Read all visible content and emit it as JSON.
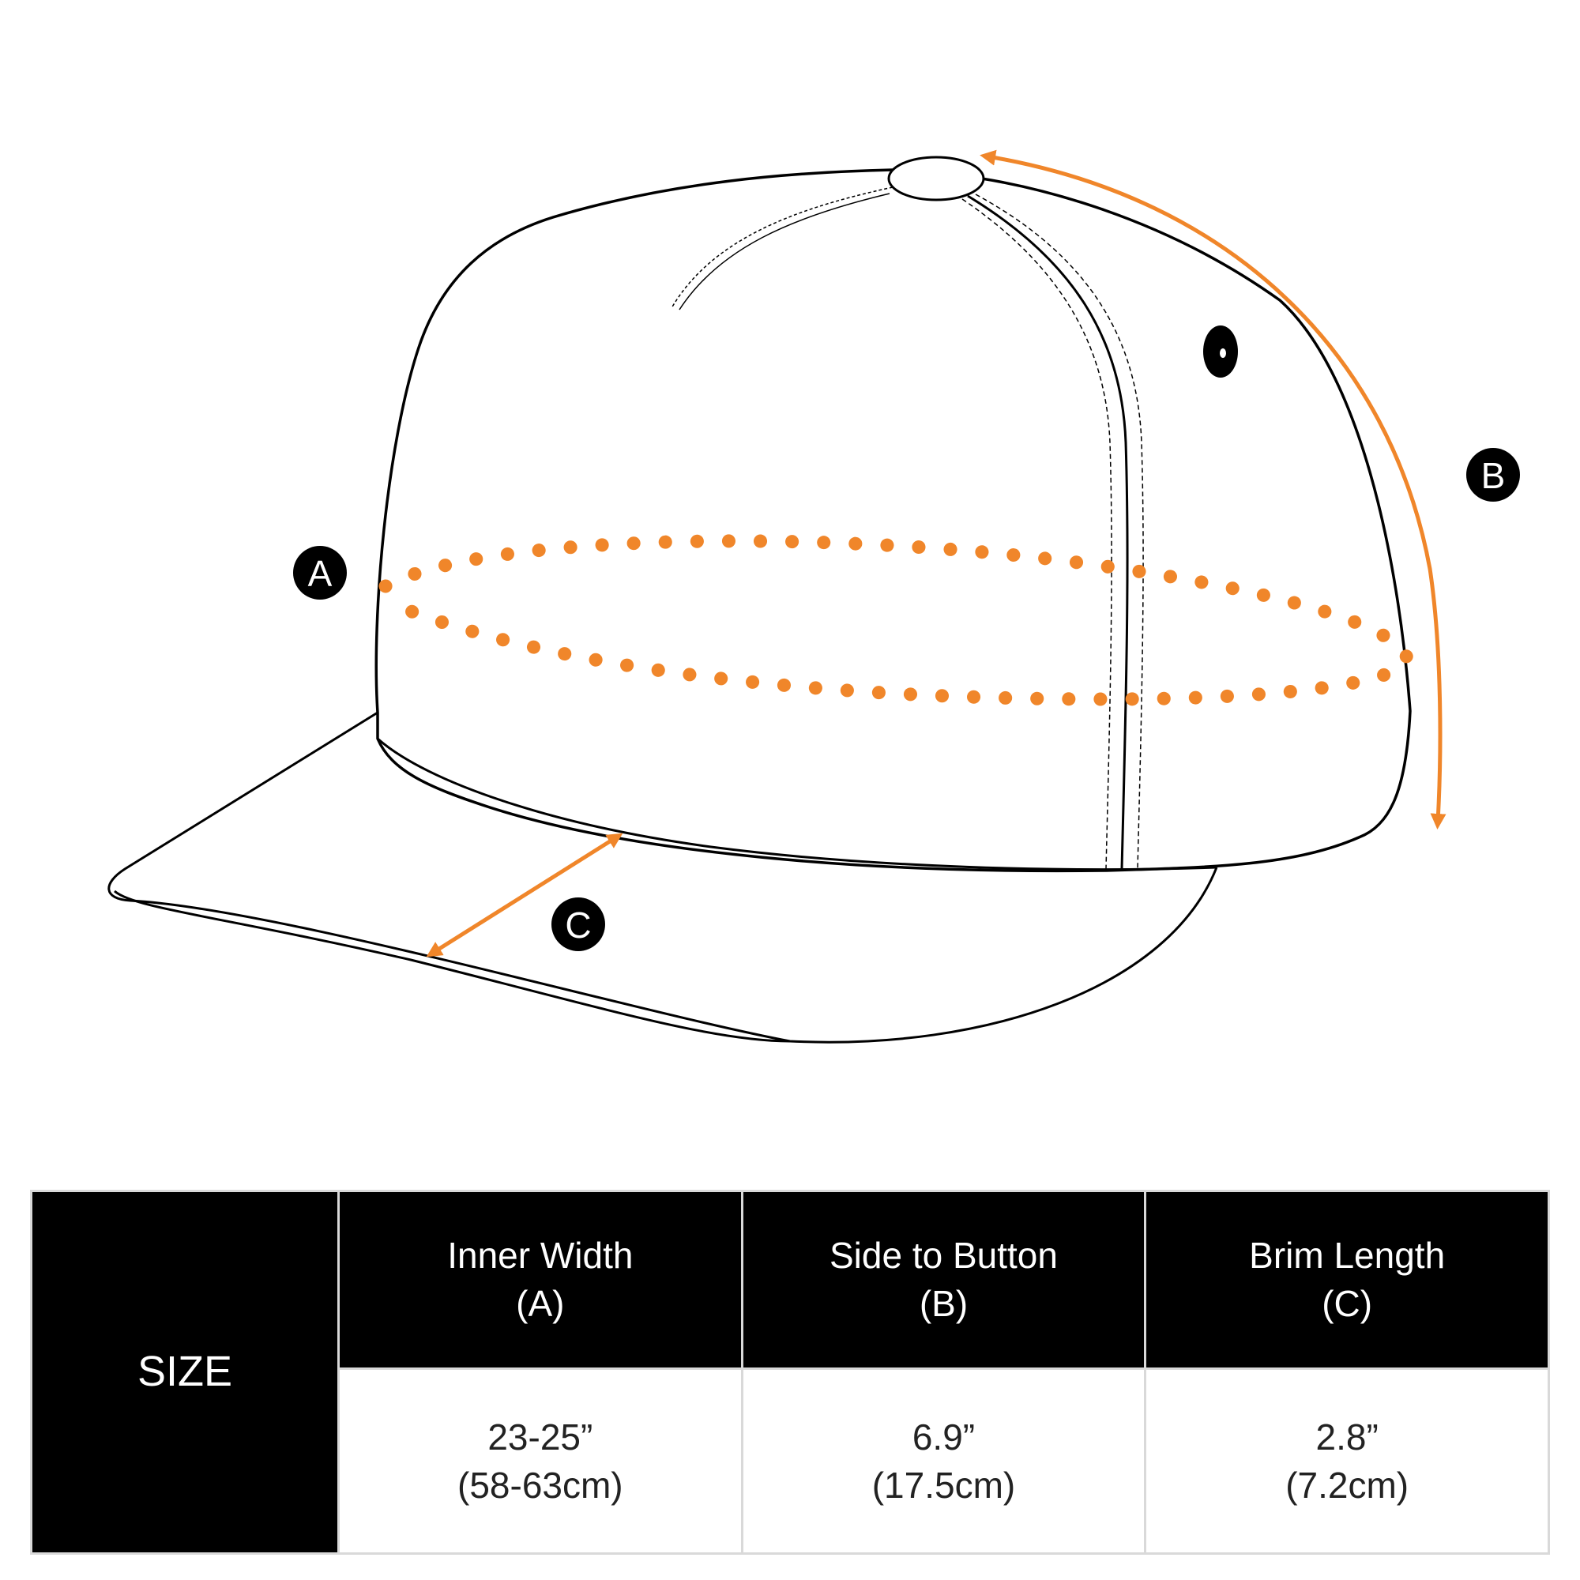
{
  "markers": {
    "a": "A",
    "b": "B",
    "c": "C"
  },
  "colors": {
    "accent": "#F0862A",
    "outline": "#000000",
    "table_header_bg": "#000000",
    "table_header_text": "#FFFFFF",
    "table_border": "#D9D9D9"
  },
  "table": {
    "size_label": "SIZE",
    "columns": [
      {
        "name": "Inner Width",
        "key": "(A)",
        "value": "23-25”",
        "value_metric": "(58-63cm)"
      },
      {
        "name": "Side to Button",
        "key": "(B)",
        "value": "6.9”",
        "value_metric": "(17.5cm)"
      },
      {
        "name": "Brim Length",
        "key": "(C)",
        "value": "2.8”",
        "value_metric": "(7.2cm)"
      }
    ]
  }
}
